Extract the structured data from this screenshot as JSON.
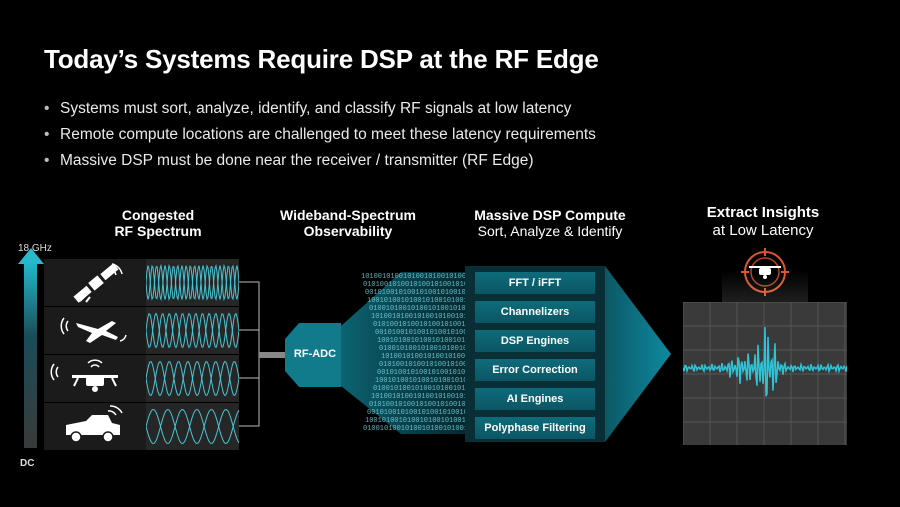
{
  "title": "Today’s Systems Require DSP at the RF Edge",
  "bullets": [
    "Systems must sort, analyze, identify, and classify RF signals at low latency",
    "Remote compute locations are challenged to meet these latency requirements",
    "Massive DSP must be done near the receiver / transmitter (RF Edge)"
  ],
  "columns": {
    "spectrum": {
      "line1": "Congested",
      "line2": "RF Spectrum"
    },
    "observability": {
      "line1": "Wideband-Spectrum",
      "line2": "Observability"
    },
    "dsp": {
      "line1": "Massive DSP Compute",
      "line2": "Sort, Analyze & Identify"
    },
    "insights": {
      "line1": "Extract Insights",
      "line2": "at Low Latency"
    }
  },
  "axis": {
    "top": "18 GHz",
    "bottom": "DC"
  },
  "rf_rows": [
    {
      "icon": "satellite-icon"
    },
    {
      "icon": "fighter-jet-icon"
    },
    {
      "icon": "drone-icon"
    },
    {
      "icon": "armored-vehicle-icon"
    }
  ],
  "adc_label": "RF-ADC",
  "dsp_items": [
    "FFT / iFFT",
    "Channelizers",
    "DSP Engines",
    "Error Correction",
    "AI Engines",
    "Polyphase Filtering"
  ],
  "colors": {
    "accent": "#1aa7bd",
    "dsp_block": "#0b5664",
    "panel": "#1b1b1b",
    "target_ring": "#d9572c"
  }
}
